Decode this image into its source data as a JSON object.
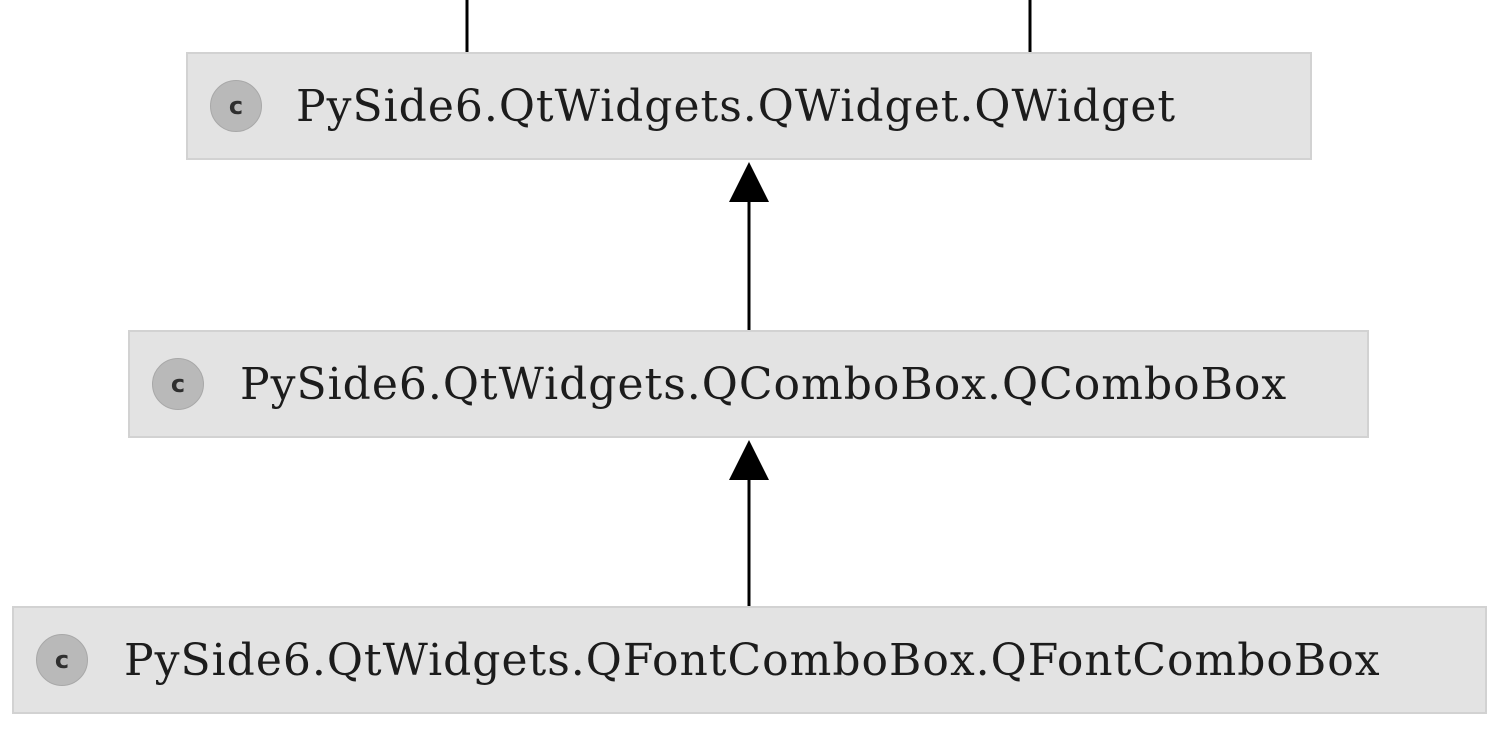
{
  "diagram": {
    "type": "class-inheritance",
    "nodes": [
      {
        "id": "qwidget",
        "icon": "class-icon",
        "icon_letter": "c",
        "label": "PySide6.QtWidgets.QWidget.QWidget"
      },
      {
        "id": "qcombobox",
        "icon": "class-icon",
        "icon_letter": "c",
        "label": "PySide6.QtWidgets.QComboBox.QComboBox"
      },
      {
        "id": "qfontcombobox",
        "icon": "class-icon",
        "icon_letter": "c",
        "label": "PySide6.QtWidgets.QFontComboBox.QFontComboBox"
      }
    ],
    "edges": [
      {
        "from": "qcombobox",
        "to": "qwidget",
        "kind": "inherits"
      },
      {
        "from": "qfontcombobox",
        "to": "qcombobox",
        "kind": "inherits"
      }
    ],
    "colors": {
      "node_fill": "#e3e3e3",
      "node_border": "#d2d2d2",
      "icon_fill": "#b9b9b9",
      "line": "#000000"
    }
  }
}
